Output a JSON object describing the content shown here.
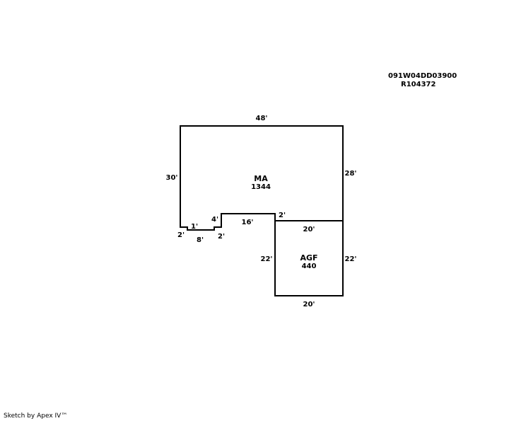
{
  "header": {
    "parcel_id": "091W04DD03900",
    "account": "R104372"
  },
  "areas": [
    {
      "name": "MA",
      "size": "1344"
    },
    {
      "name": "AGF",
      "size": "440"
    }
  ],
  "dimensions": {
    "ma_top": "48'",
    "ma_left": "30'",
    "ma_right": "28'",
    "step_2_left": "2'",
    "step_1": "1'",
    "step_8": "8'",
    "step_2_right": "2'",
    "step_4": "4'",
    "ma_16": "16'",
    "ma_2": "2'",
    "agf_top": "20'",
    "agf_left": "22'",
    "agf_right": "22'",
    "agf_bottom": "20'"
  },
  "footer": {
    "text": "Sketch by Apex IV™"
  },
  "colors": {
    "line": "#000000",
    "background": "#ffffff"
  }
}
